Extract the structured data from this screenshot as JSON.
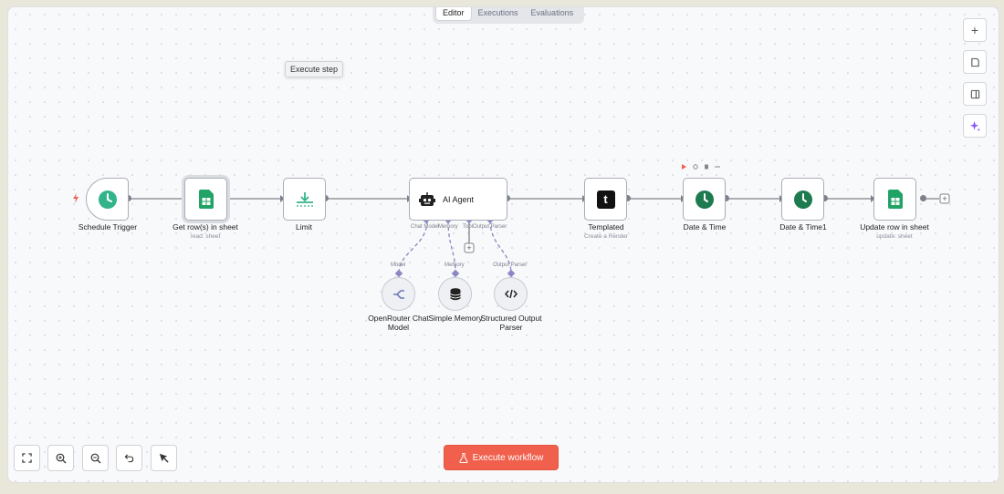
{
  "tabs": {
    "editor": "Editor",
    "executions": "Executions",
    "evaluations": "Evaluations"
  },
  "tooltip": "Execute step",
  "nodes": {
    "schedule": {
      "label": "Schedule Trigger"
    },
    "getrows": {
      "label": "Get row(s) in sheet",
      "sub": "read: sheet"
    },
    "limit": {
      "label": "Limit"
    },
    "agent": {
      "label": "AI Agent"
    },
    "templated": {
      "label": "Templated",
      "sub": "Create a Render"
    },
    "datetime": {
      "label": "Date & Time"
    },
    "datetime1": {
      "label": "Date & Time1"
    },
    "update": {
      "label": "Update row in sheet",
      "sub": "update: sheet"
    }
  },
  "agent_ports": {
    "chat_model": "Chat Model",
    "memory": "Memory",
    "tool": "Tool",
    "output_parser": "Output Parser"
  },
  "sub_labels": {
    "model": "Model",
    "memory": "Memory",
    "output_parser": "Output Parser"
  },
  "sub_nodes": {
    "openrouter": "OpenRouter Chat Model",
    "memory": "Simple Memory",
    "parser": "Structured Output Parser"
  },
  "execute_button": "Execute workflow",
  "colors": {
    "accent": "#f0604d",
    "sheets": "#21a366",
    "clock": "#1e7a4f",
    "port": "#8b86c4"
  }
}
